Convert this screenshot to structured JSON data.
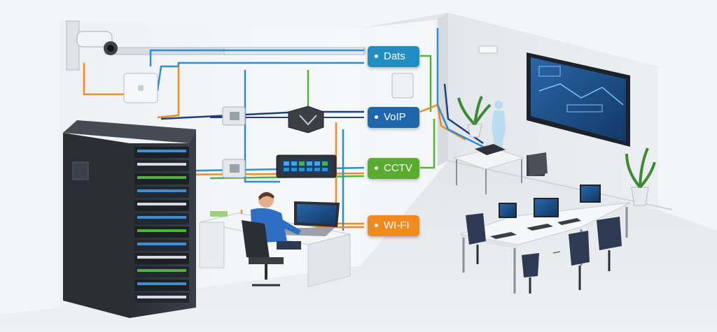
{
  "labels": {
    "data": {
      "text": "Dats",
      "color": "#1f8fc2"
    },
    "voip": {
      "text": "VoIP",
      "color": "#1e67ad"
    },
    "cctv": {
      "text": "CCTV",
      "color": "#5aac2c"
    },
    "wifi": {
      "text": "WI-FI",
      "color": "#ef8a1e"
    }
  },
  "colors": {
    "cable_blue": "#2b8fd3",
    "cable_navy": "#1d3f80",
    "cable_green": "#4fb33a",
    "cable_orange": "#f08a22",
    "rack": "#2f343b",
    "wall": "#e9ecf0",
    "floor": "#dfe3e8",
    "monitor_screen": "#1f4f86"
  }
}
